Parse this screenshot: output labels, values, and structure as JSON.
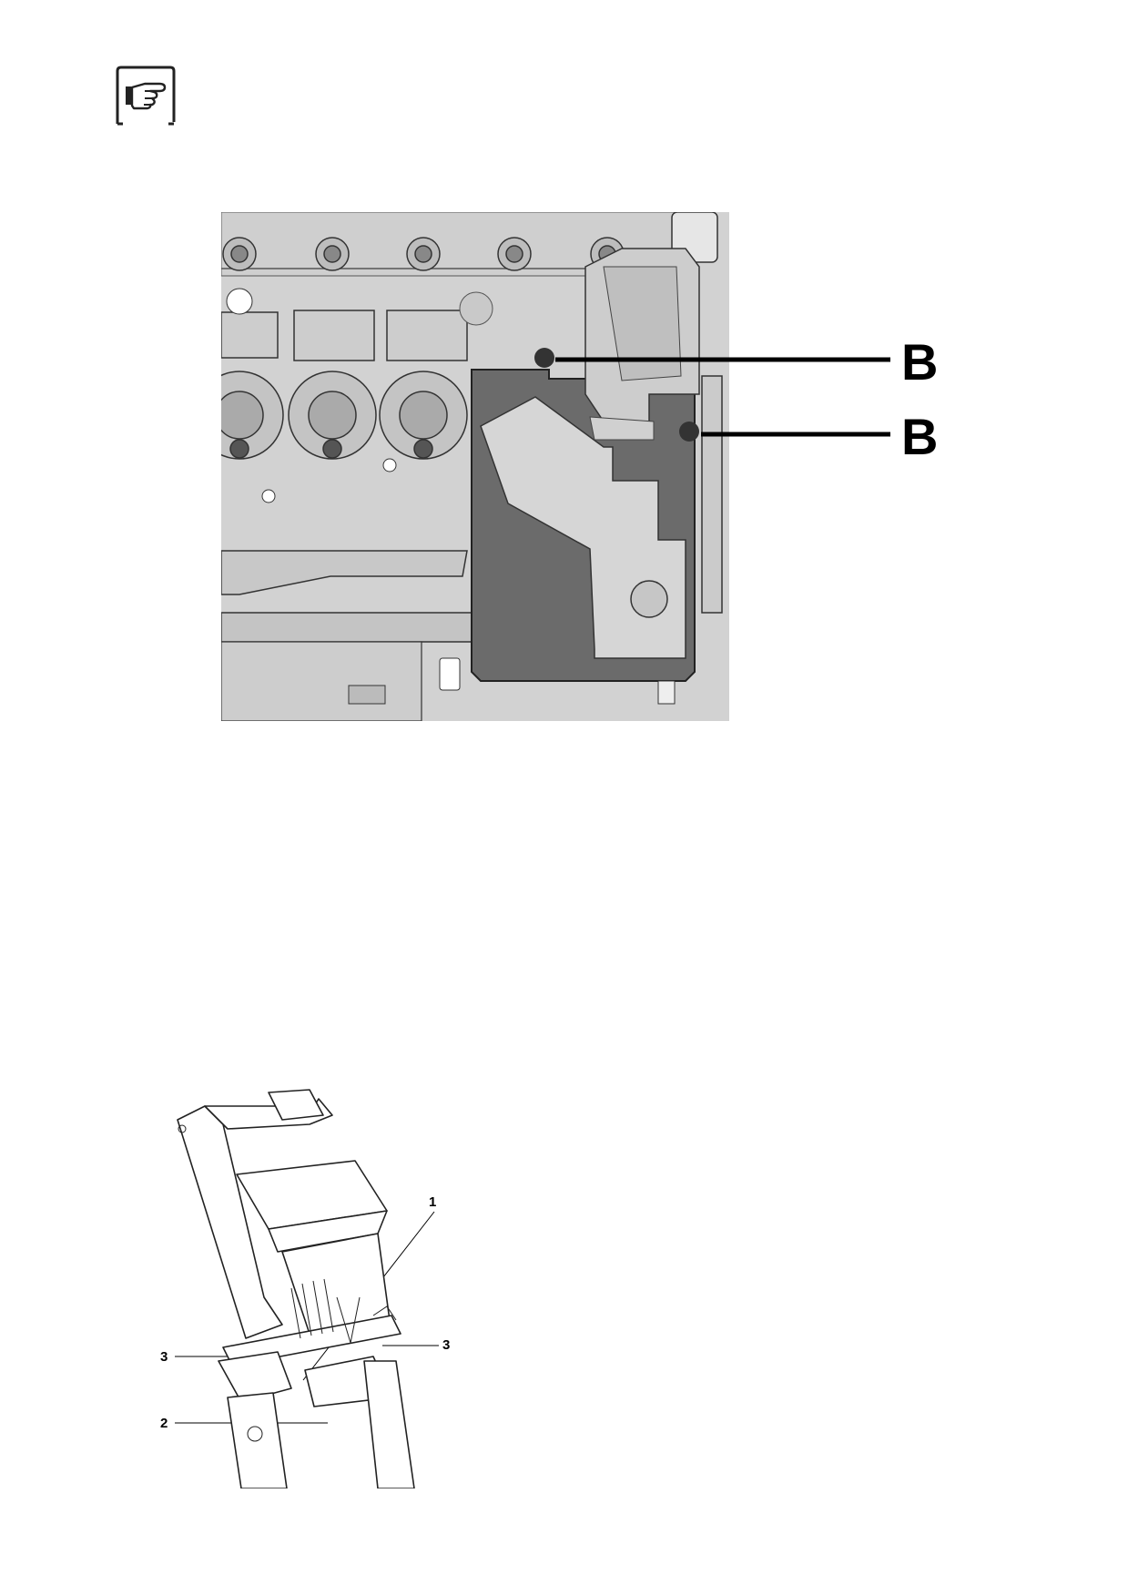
{
  "note_icon": {
    "name": "pointing-hand-note-icon"
  },
  "figure_top": {
    "callouts": [
      {
        "label": "B"
      },
      {
        "label": "B"
      }
    ]
  },
  "figure_bottom": {
    "callouts": [
      {
        "label": "1"
      },
      {
        "label": "3"
      },
      {
        "label": "3"
      },
      {
        "label": "2"
      }
    ]
  }
}
